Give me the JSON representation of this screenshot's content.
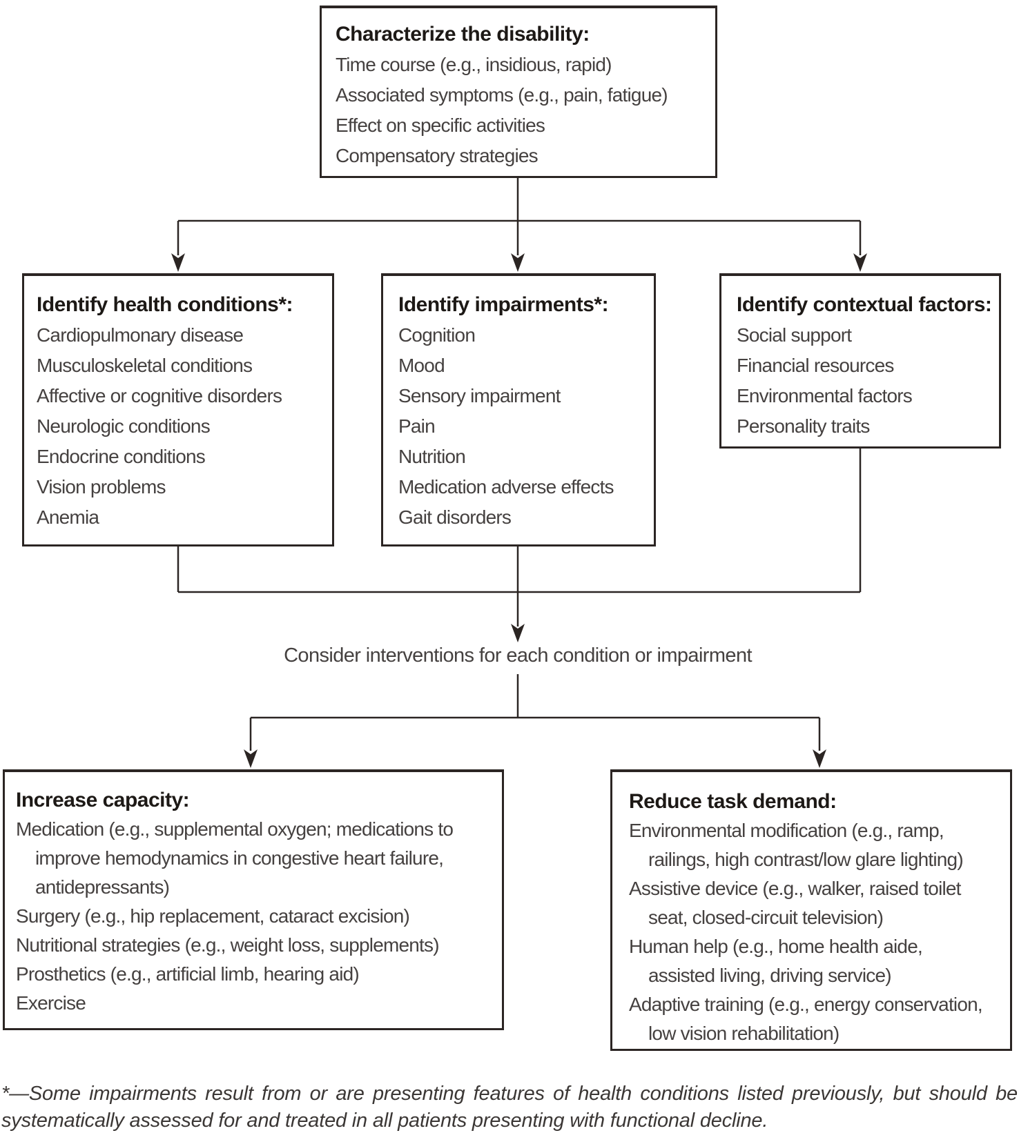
{
  "diagram": {
    "top_box": {
      "title": "Characterize the disability:",
      "items": [
        "Time course (e.g., insidious, rapid)",
        "Associated symptoms (e.g., pain, fatigue)",
        "Effect on specific activities",
        "Compensatory strategies"
      ]
    },
    "middle_boxes": [
      {
        "title": "Identify health conditions*:",
        "items": [
          "Cardiopulmonary disease",
          "Musculoskeletal conditions",
          "Affective or cognitive disorders",
          "Neurologic conditions",
          "Endocrine conditions",
          "Vision problems",
          "Anemia"
        ]
      },
      {
        "title": "Identify impairments*:",
        "items": [
          "Cognition",
          "Mood",
          "Sensory impairment",
          "Pain",
          "Nutrition",
          "Medication adverse effects",
          "Gait disorders"
        ]
      },
      {
        "title": "Identify contextual factors:",
        "items": [
          "Social support",
          "Financial resources",
          "Environmental factors",
          "Personality traits"
        ]
      }
    ],
    "connector_label": "Consider interventions for each condition or impairment",
    "bottom_boxes": [
      {
        "title": "Increase capacity:",
        "items": [
          "Medication (e.g., supplemental oxygen; medications to improve hemodynamics in congestive heart failure, antidepressants)",
          "Surgery (e.g., hip replacement, cataract excision)",
          "Nutritional strategies (e.g., weight loss, supplements)",
          "Prosthetics (e.g., artificial limb, hearing aid)",
          "Exercise"
        ]
      },
      {
        "title": "Reduce task demand:",
        "items": [
          "Environmental modification (e.g., ramp, railings, high contrast/low glare lighting)",
          "Assistive device (e.g., walker, raised toilet seat, closed-circuit television)",
          "Human help (e.g., home health aide, assisted living, driving service)",
          "Adaptive training (e.g., energy conservation, low vision rehabilitation)"
        ]
      }
    ],
    "footnote": "*—Some impairments result from or are presenting features of health conditions listed previously, but should be systematically assessed for and treated in all patients presenting with functional decline.",
    "colors": {
      "line": "#2b2523",
      "title_text": "#1d1916",
      "body_text": "#454140",
      "background": "#ffffff"
    }
  }
}
